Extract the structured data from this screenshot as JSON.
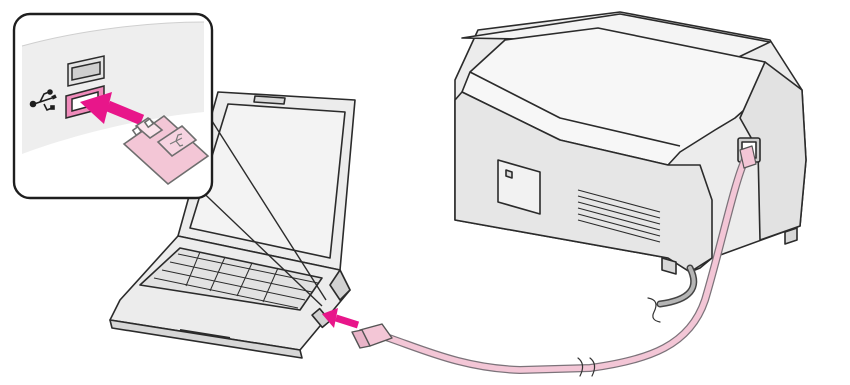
{
  "diagram": {
    "components": [
      {
        "id": "laptop",
        "icon": "laptop-icon"
      },
      {
        "id": "printer",
        "icon": "printer-icon"
      },
      {
        "id": "usb-cable",
        "icon": "usb-cable-icon"
      },
      {
        "id": "usb-port",
        "icon": "usb-symbol-icon"
      }
    ],
    "connections": [
      {
        "from": "usb-cable",
        "to": "printer"
      },
      {
        "from": "usb-cable",
        "to": "laptop"
      }
    ]
  },
  "colors": {
    "cable": "#f3c6d6",
    "cable_outline": "#8a7f86",
    "arrow": "#e8168a",
    "port_highlight": "#f08bbb",
    "device_body": "#ebebeb",
    "device_outline": "#2b2b2b",
    "callout_bg": "#eeeeee"
  }
}
